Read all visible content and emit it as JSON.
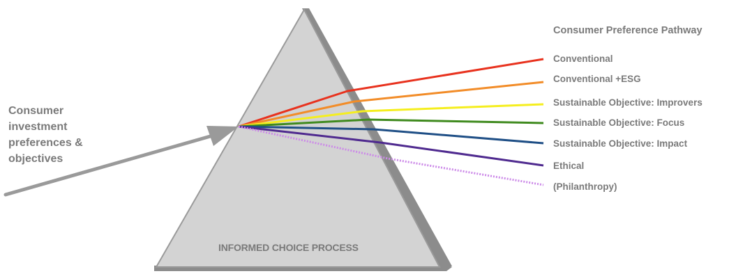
{
  "input_label": "Consumer investment preferences & objectives",
  "prism_label": "INFORMED CHOICE PROCESS",
  "legend": {
    "title": "Consumer Preference Pathway",
    "items": [
      {
        "label": "Conventional",
        "color": "#e8321e",
        "style": "solid"
      },
      {
        "label": "Conventional +ESG",
        "color": "#f28c28",
        "style": "solid"
      },
      {
        "label": "Sustainable Objective: Improvers",
        "color": "#f5ee1e",
        "style": "solid"
      },
      {
        "label": "Sustainable Objective: Focus",
        "color": "#3f8a1e",
        "style": "solid"
      },
      {
        "label": "Sustainable Objective: Impact",
        "color": "#1f4f86",
        "style": "solid"
      },
      {
        "label": "Ethical",
        "color": "#4f2a8f",
        "style": "solid"
      },
      {
        "label": "(Philanthropy)",
        "color": "#cc8ae8",
        "style": "dotted"
      }
    ]
  },
  "colors": {
    "prism_fill": "#d3d3d3",
    "prism_edge": "#8c8c8c",
    "arrow": "#9a9a9a",
    "text": "#7a7a7a"
  }
}
